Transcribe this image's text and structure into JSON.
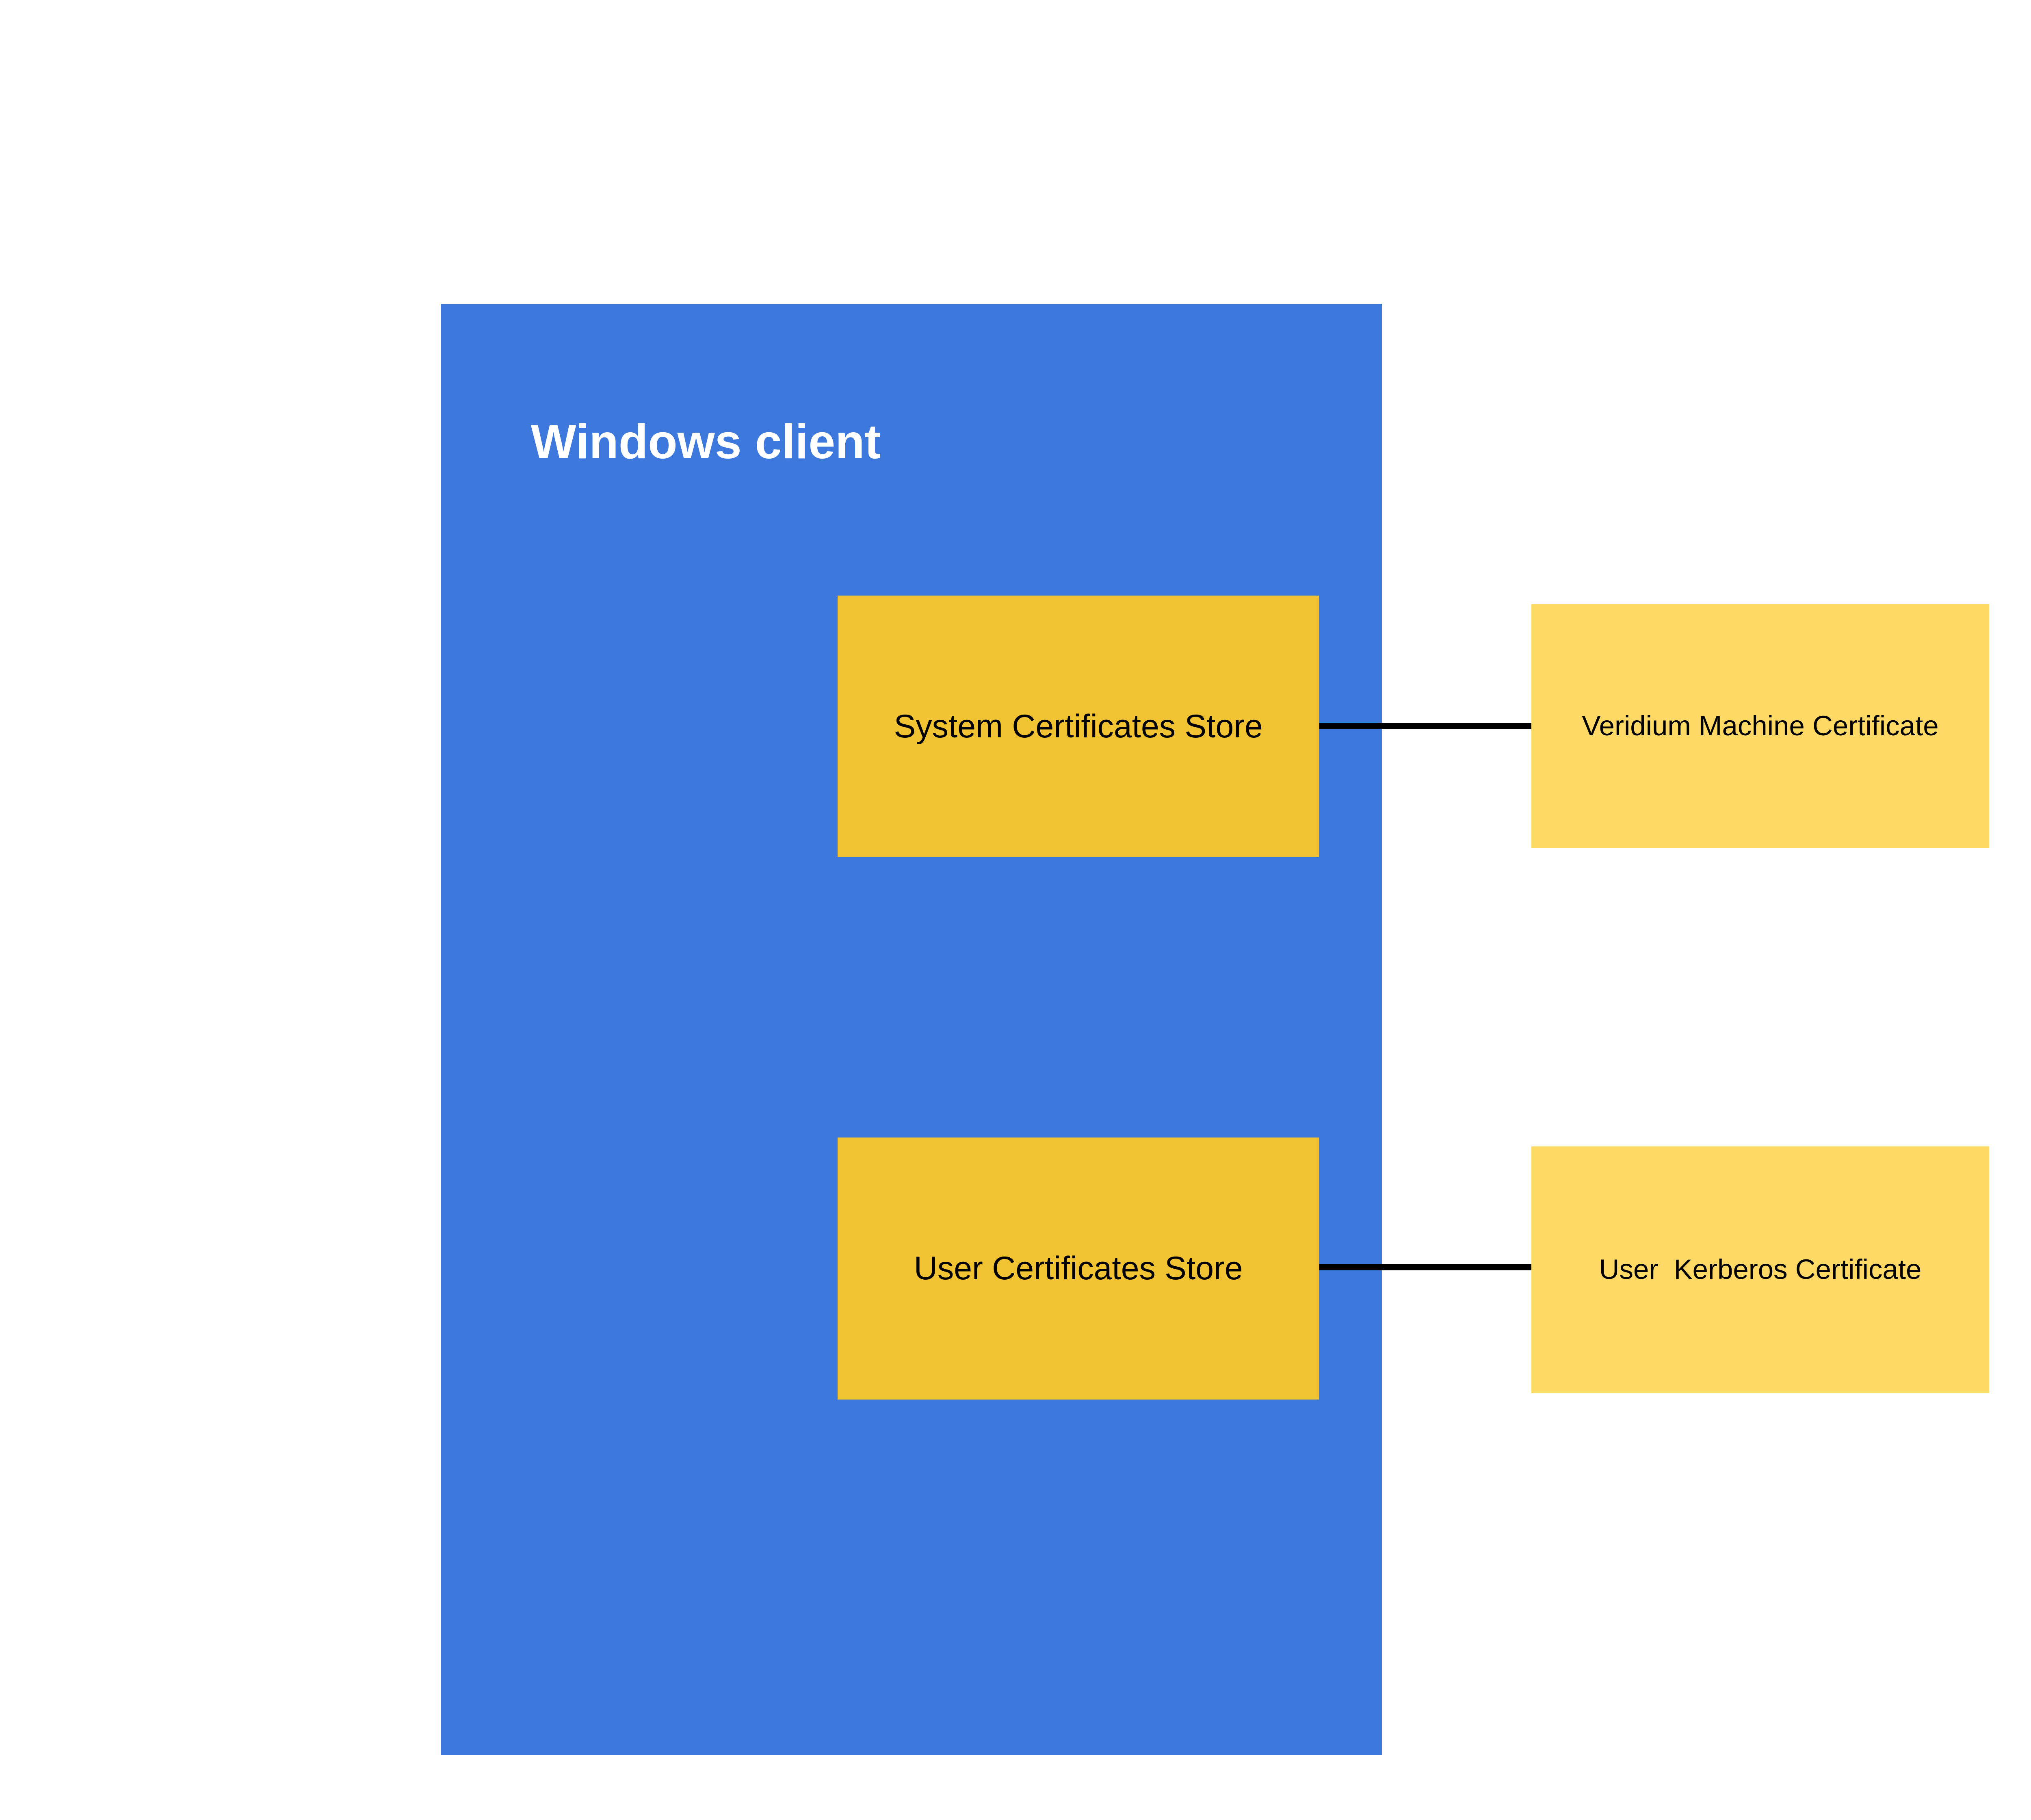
{
  "diagram": {
    "title": "Windows client",
    "stores": [
      {
        "label": "System Certificates Store"
      },
      {
        "label": "User Certificates Store"
      }
    ],
    "certificates": [
      {
        "label": "Veridium Machine Certificate"
      },
      {
        "label": "User  Kerberos Certificate"
      }
    ],
    "connectors": [
      {
        "from": "System Certificates Store",
        "to": "Veridium Machine Certificate"
      },
      {
        "from": "User Certificates Store",
        "to": "User  Kerberos Certificate"
      }
    ],
    "colors": {
      "background": "#FFFFFF",
      "client_box": "#3D79DC",
      "store_box": "#F1C232",
      "certificate_box": "#FFD966",
      "connector_line": "#000000",
      "title_text": "#FFFFFF",
      "label_text": "#000000"
    }
  }
}
